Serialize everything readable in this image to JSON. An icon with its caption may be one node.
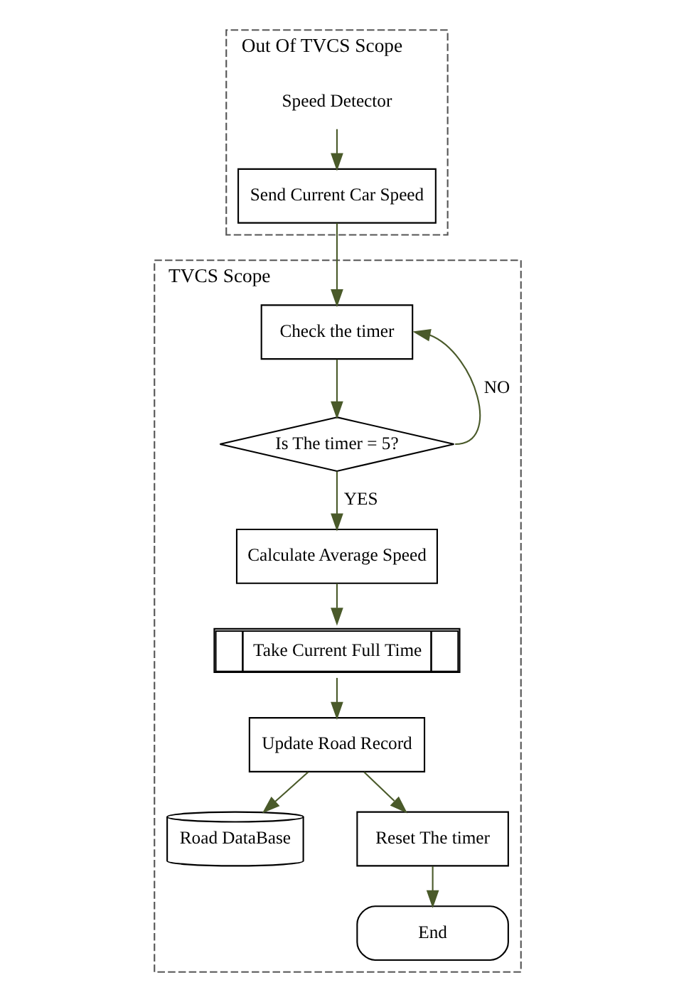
{
  "diagram": {
    "nodes": [
      {
        "text": [
          "Out Of TVCS Scope"
        ]
      },
      {
        "text": [
          "Speed Detector"
        ],
        "in": 0
      },
      {
        "text": [
          "Send Current Car Speed"
        ],
        "in": 0
      },
      {
        "text": [
          "TVCS Scope"
        ]
      },
      {
        "text": [
          "Check the timer"
        ],
        "in": 3
      },
      {
        "text": [
          "Is The timer = 5?"
        ],
        "in": 3
      },
      {
        "text": [
          "Calculate Average Speed"
        ],
        "in": 3
      },
      {
        "text": [
          "Take Current Full Time"
        ],
        "in": 3
      },
      {
        "text": [
          "Update Road Record"
        ],
        "in": 3
      },
      {
        "text": [
          "Road DataBase"
        ],
        "in": 3
      },
      {
        "text": [
          "Reset The timer"
        ],
        "in": 3
      },
      {
        "text": [
          "End"
        ],
        "in": 3
      }
    ],
    "edges": [
      {
        "from": 1,
        "to": 2,
        "arrow": "to"
      },
      {
        "from": 2,
        "to": 4,
        "arrow": "to"
      },
      {
        "from": 4,
        "to": 5,
        "arrow": "to"
      },
      {
        "from": 5,
        "to": 4,
        "arrow": "to",
        "label": "NO"
      },
      {
        "from": 5,
        "to": 6,
        "arrow": "to",
        "label": "YES"
      },
      {
        "from": 6,
        "to": 7,
        "arrow": "to"
      },
      {
        "from": 7,
        "to": 8,
        "arrow": "to"
      },
      {
        "from": 8,
        "to": 9,
        "arrow": "to"
      },
      {
        "from": 8,
        "to": 10,
        "arrow": "to"
      },
      {
        "from": 10,
        "to": 11,
        "arrow": "to"
      }
    ]
  }
}
